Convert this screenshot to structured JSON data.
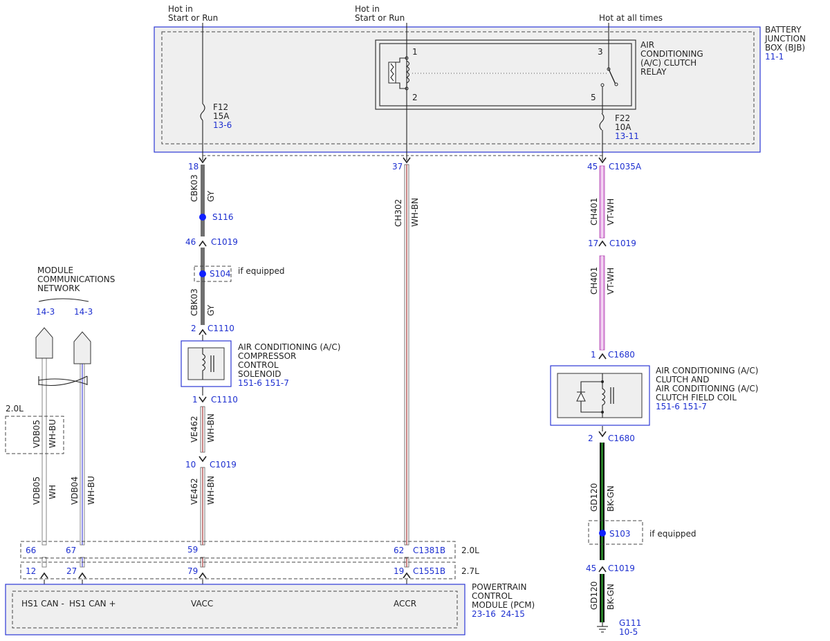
{
  "power": {
    "hot_run_left": [
      "Hot in",
      "Start or Run"
    ],
    "hot_run_mid": [
      "Hot in",
      "Start or Run"
    ],
    "hot_always": "Hot at all times"
  },
  "bjb": {
    "title": [
      "BATTERY",
      "JUNCTION",
      "BOX (BJB)"
    ],
    "ref": "11-1",
    "relay_label": [
      "AIR",
      "CONDITIONING",
      "(A/C) CLUTCH",
      "RELAY"
    ],
    "relay_pins": {
      "p1": "1",
      "p2": "2",
      "p3": "3",
      "p5": "5"
    },
    "fuse_f12": {
      "name": "F12",
      "amps": "15A",
      "ref": "13-6"
    },
    "fuse_f22": {
      "name": "F22",
      "amps": "10A",
      "ref": "13-11"
    }
  },
  "circuits": {
    "cbk03": {
      "circuit": "CBK03",
      "color": "GY"
    },
    "ch302": {
      "circuit": "CH302",
      "color": "WH-BN"
    },
    "ch401": {
      "circuit": "CH401",
      "color": "VT-WH"
    },
    "ve462": {
      "circuit": "VE462",
      "color": "WH-BN"
    },
    "vdb05": {
      "circuit": "VDB05",
      "color": "WH"
    },
    "vdb05_opt": {
      "circuit": "VDB05",
      "color": "WH-BU"
    },
    "vdb04": {
      "circuit": "VDB04",
      "color": "WH-BU"
    },
    "gd120": {
      "circuit": "GD120",
      "color": "BK-GN"
    }
  },
  "connectors": {
    "c1035a_18": {
      "pin": "18"
    },
    "c1035a_37": {
      "pin": "37"
    },
    "c1035a_45": {
      "pin": "45",
      "name": "C1035A"
    },
    "c1019_46": {
      "pin": "46",
      "name": "C1019"
    },
    "c1019_17": {
      "pin": "17",
      "name": "C1019"
    },
    "c1019_10": {
      "pin": "10",
      "name": "C1019"
    },
    "c1019_45": {
      "pin": "45",
      "name": "C1019"
    },
    "c1110_2": {
      "pin": "2",
      "name": "C1110"
    },
    "c1110_1": {
      "pin": "1",
      "name": "C1110"
    },
    "c1680_1": {
      "pin": "1",
      "name": "C1680"
    },
    "c1680_2": {
      "pin": "2",
      "name": "C1680"
    },
    "c1381b": {
      "name": "C1381B",
      "engine": "2.0L",
      "pins": [
        "66",
        "67",
        "59",
        "62"
      ]
    },
    "c1551b": {
      "name": "C1551B",
      "engine": "2.7L",
      "pins": [
        "12",
        "27",
        "79",
        "19"
      ]
    }
  },
  "splices": {
    "s116": "S116",
    "s104": "S104",
    "s103": "S103",
    "if_equipped": "if equipped"
  },
  "solenoid": {
    "label": [
      "AIR CONDITIONING (A/C)",
      "COMPRESSOR",
      "CONTROL",
      "SOLENOID"
    ],
    "refs": [
      "151-6",
      "151-7"
    ]
  },
  "clutch": {
    "label": [
      "AIR CONDITIONING (A/C)",
      "CLUTCH AND",
      "AIR CONDITIONING (A/C)",
      "CLUTCH FIELD COIL"
    ],
    "refs": [
      "151-6",
      "151-7"
    ]
  },
  "network": {
    "label": [
      "MODULE",
      "COMMUNICATIONS",
      "NETWORK"
    ],
    "refs": [
      "14-3",
      "14-3"
    ],
    "engine_opt": "2.0L"
  },
  "pcm": {
    "title": [
      "POWERTRAIN",
      "CONTROL",
      "MODULE (PCM)"
    ],
    "refs": [
      "23-16",
      "24-15"
    ],
    "pins": {
      "hs1_minus": "HS1 CAN -",
      "hs1_plus": "HS1 CAN +",
      "vacc": "VACC",
      "accr": "ACCR"
    }
  },
  "ground": {
    "name": "G111",
    "ref": "10-5"
  },
  "colors": {
    "link_blue": "#1d2fd0",
    "box_blue": "#2b37d6",
    "gray_wire": "#707070",
    "violet_wire": "#d070d0",
    "brown_stripe": "#b05050",
    "green_stripe": "#1e7a1e",
    "splice_dot": "#1020ff"
  }
}
